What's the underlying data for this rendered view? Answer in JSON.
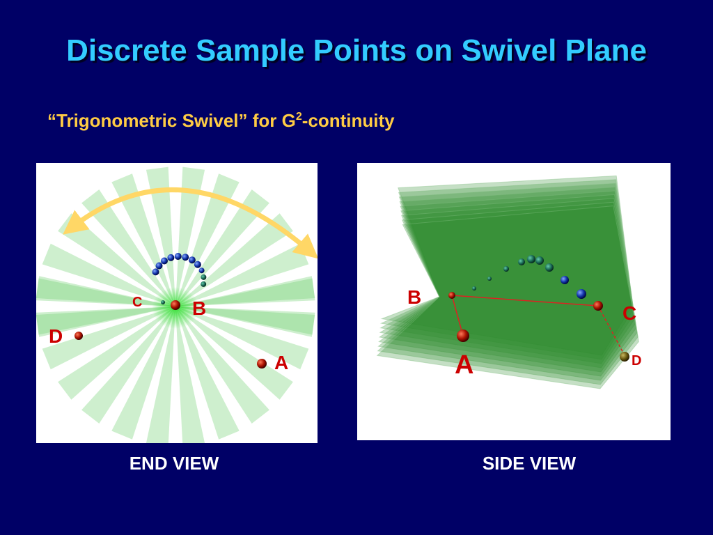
{
  "slide": {
    "title": "Discrete Sample Points on Swivel Plane",
    "subtitle_main": "“Trigonometric Swivel”  for G",
    "subtitle_sup": "2",
    "subtitle_tail": "-continuity",
    "end_view": {
      "caption": "END VIEW",
      "labels": {
        "a": "A",
        "b": "B",
        "c": "C",
        "d": "D"
      }
    },
    "side_view": {
      "caption": "SIDE VIEW",
      "labels": {
        "a": "A",
        "b": "B",
        "c": "C",
        "d": "D"
      }
    },
    "colors": {
      "background": "#000066",
      "title": "#33ccff",
      "subtitle": "#ffcc44",
      "point_label": "#cc0000",
      "swivel_arrow": "#ffd766",
      "plane_green": "#2e8b2e"
    }
  }
}
